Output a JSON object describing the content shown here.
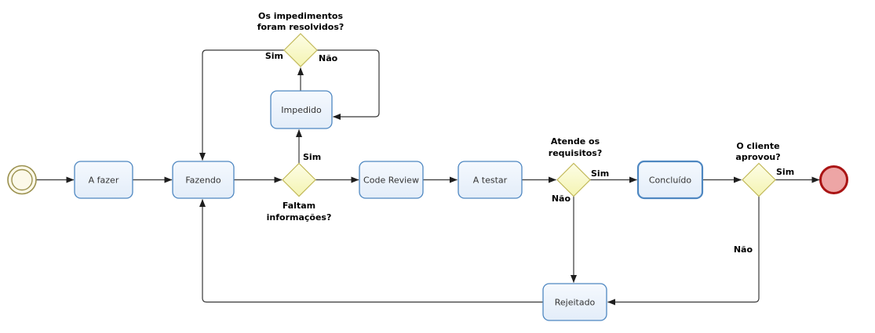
{
  "nodes": {
    "a_fazer": "A fazer",
    "fazendo": "Fazendo",
    "impedido": "Impedido",
    "code_review": "Code Review",
    "a_testar": "A testar",
    "concluido": "Concluído",
    "rejeitado": "Rejeitado"
  },
  "gateways": {
    "impedimentos": {
      "line1": "Os impedimentos",
      "line2": "foram resolvidos?"
    },
    "faltam": {
      "line1": "Faltam",
      "line2": "informações?"
    },
    "atende": {
      "line1": "Atende os",
      "line2": "requisitos?"
    },
    "cliente": {
      "line1": "O cliente",
      "line2": "aprovou?"
    }
  },
  "edge_labels": {
    "impedimentos_sim": "Sim",
    "impedimentos_nao": "Não",
    "faltam_sim": "Sim",
    "atende_sim": "Sim",
    "atende_nao": "Não",
    "cliente_sim": "Sim",
    "cliente_nao": "Não"
  },
  "colors": {
    "task_fill_top": "#F5F9FE",
    "task_fill_bottom": "#E3EDF9",
    "task_border": "#4E87C1",
    "gateway_fill_top": "#FDFDE6",
    "gateway_fill_bottom": "#F4F4B2",
    "gateway_border": "#C2B95A",
    "start_fill": "#FCF9E9",
    "start_border": "#9B914F",
    "end_fill": "#EDA5A5",
    "end_border": "#AA1414",
    "connector": "#383838"
  }
}
